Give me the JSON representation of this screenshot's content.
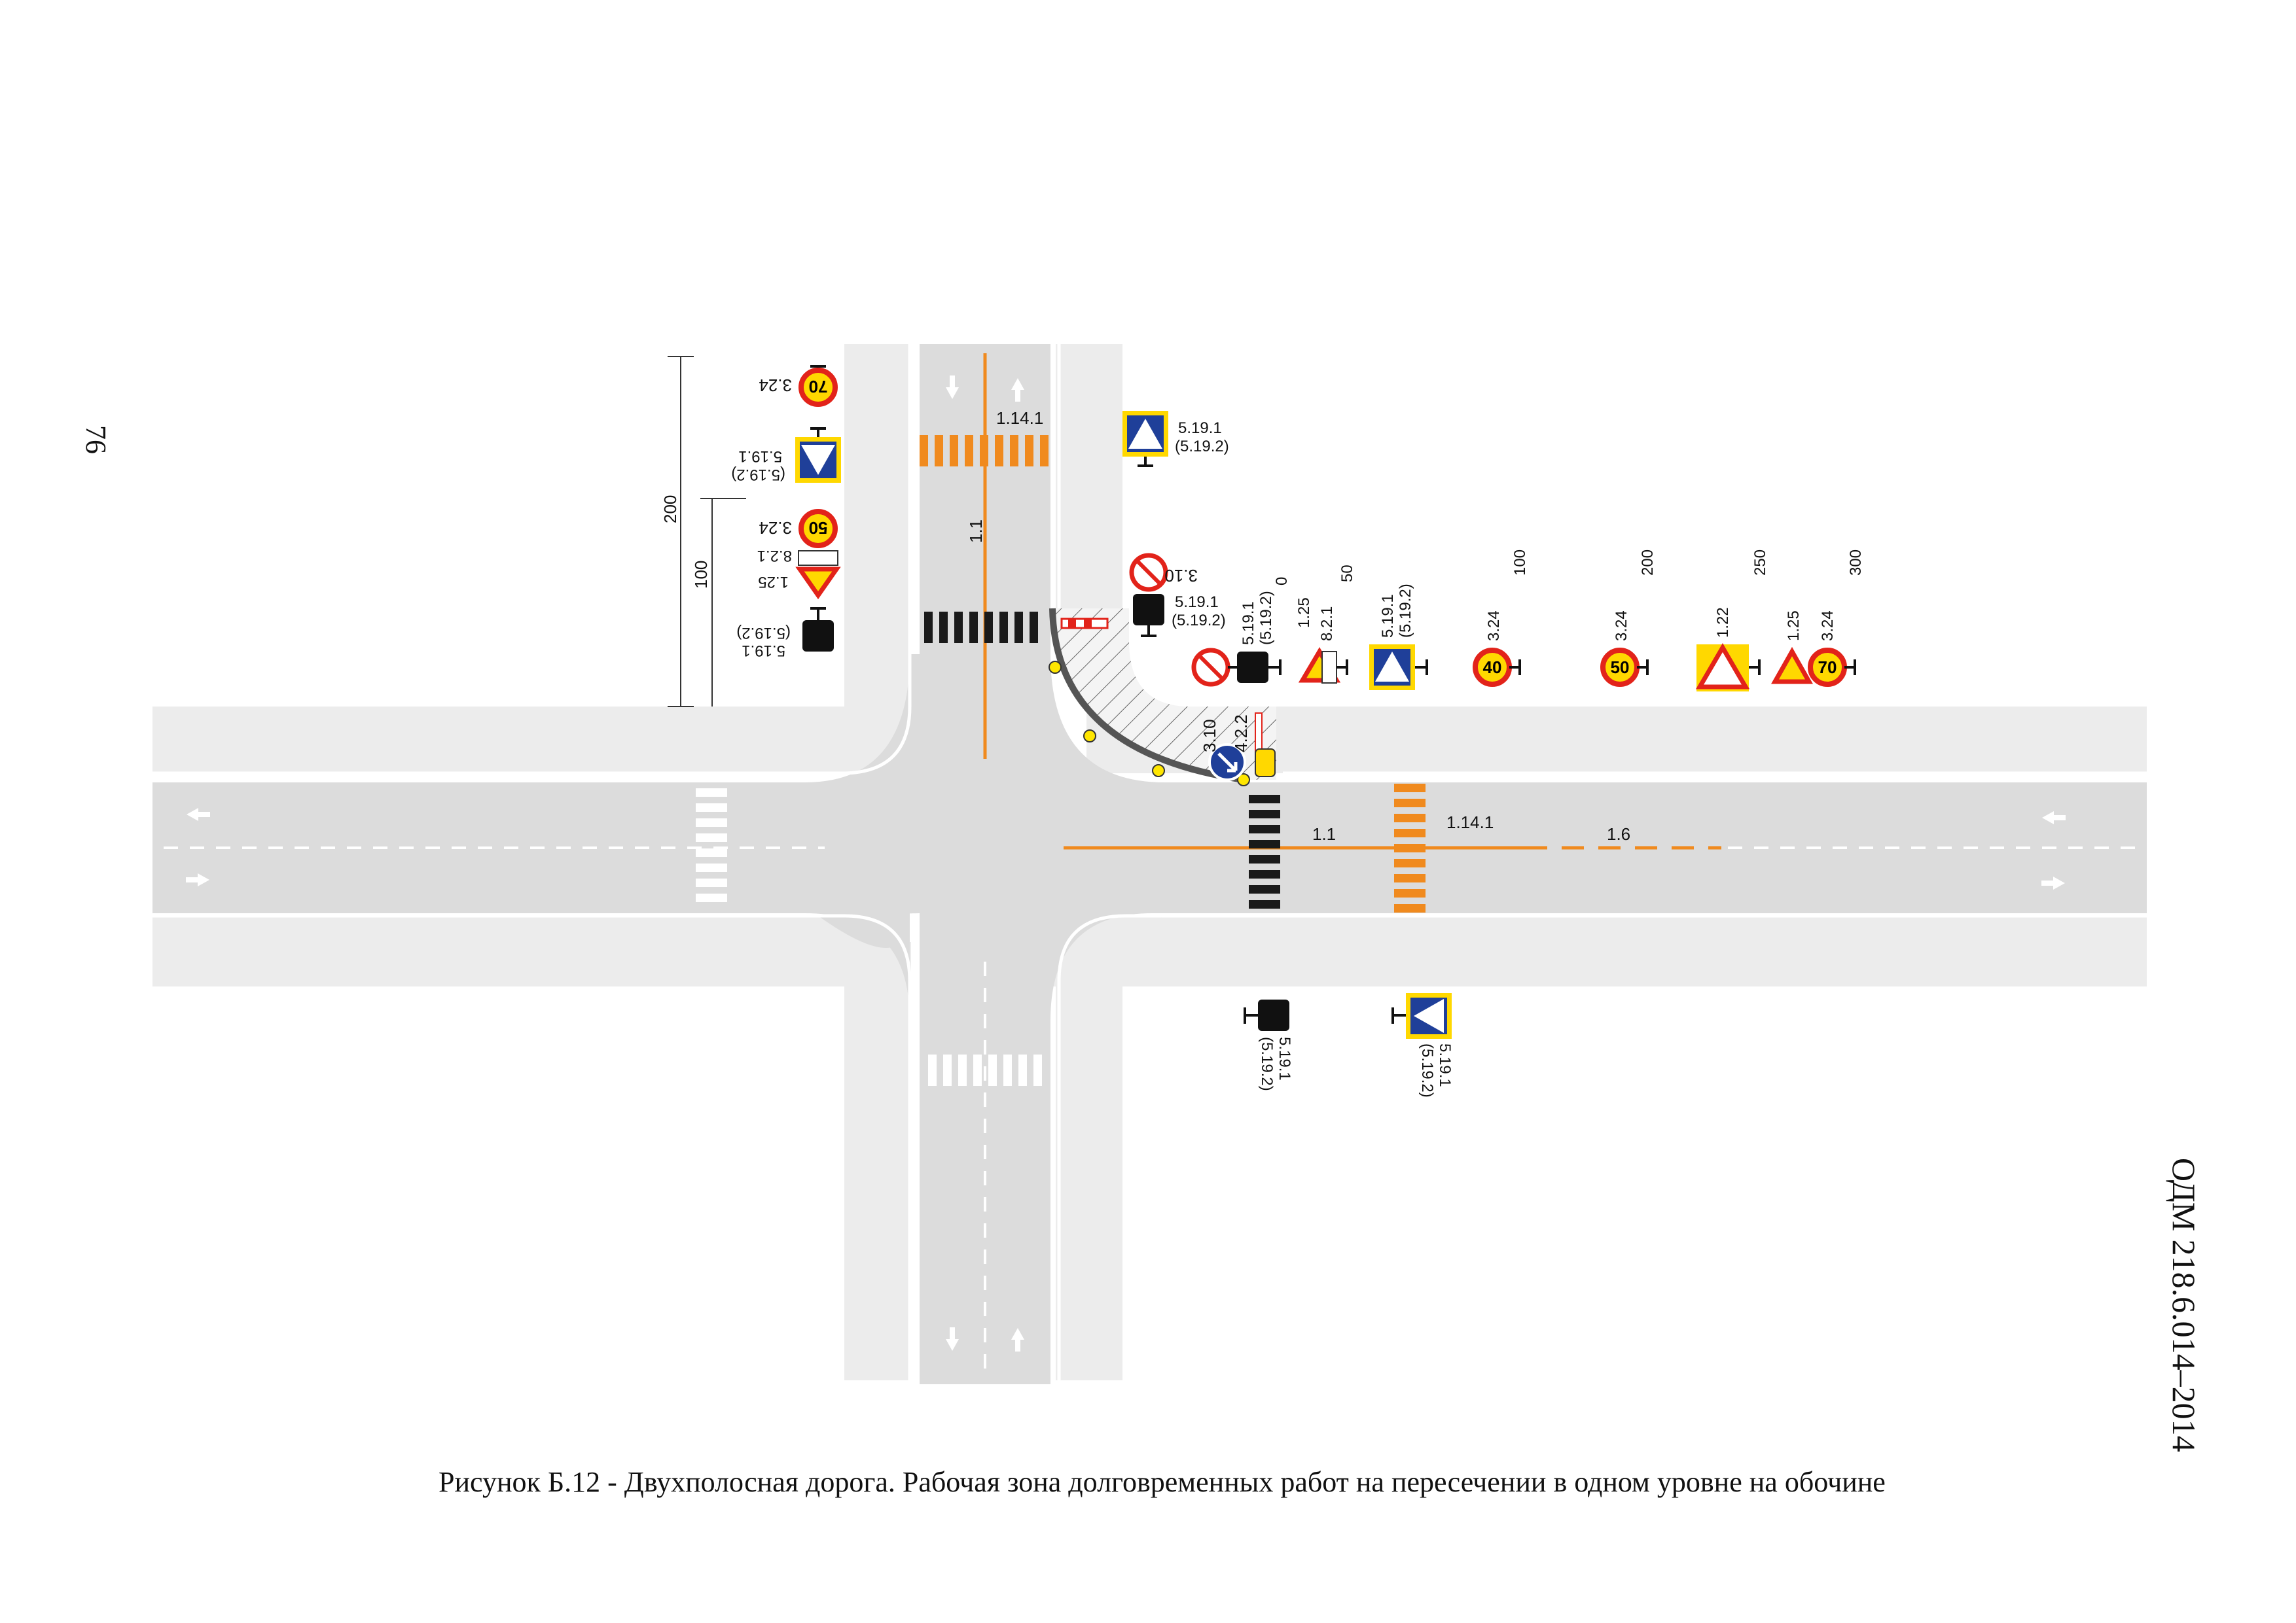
{
  "page": {
    "number": "76",
    "doc_id": "ОДМ 218.6.014–2014"
  },
  "caption": "Рисунок Б.12 - Двухполосная дорога. Рабочая зона долговременных работ на пересечении в одном  уровне на обочине",
  "colors": {
    "road": "#dcdcdc",
    "sidewalk": "#ececec",
    "orange": "#f08a1e",
    "sign_red": "#e2231a",
    "sign_blue": "#1f3f99",
    "sign_yellow": "#ffd800"
  },
  "markings": {
    "m_1_14_1_top": "1.14.1",
    "m_1_1_top": "1.1",
    "m_1_1_right": "1.1",
    "m_1_14_1_right": "1.14.1",
    "m_1_6_right": "1.6"
  },
  "dimensions": {
    "d200": "200",
    "d100": "100"
  },
  "left_signs": {
    "s324_70": "3.24",
    "s5191": "5.19.1",
    "s5192": "(5.19.2)",
    "s324_50": "3.24",
    "s821": "8.2.1",
    "s125": "1.25",
    "s5191_b": "5.19.1",
    "s5192_b": "(5.19.2)",
    "v70": "70",
    "v50": "50"
  },
  "top_right_signs": {
    "ped_5191": "5.19.1",
    "ped_5192": "(5.19.2)",
    "s310": "3.10",
    "tl_5191": "5.19.1",
    "tl_5192": "(5.19.2)"
  },
  "right_row": {
    "c5191": "5.19.1",
    "c5192": "(5.19.2)",
    "c0": "0",
    "c125": "1.25",
    "c821": "8.2.1",
    "c50": "50",
    "c5191b": "5.19.1",
    "c5192b": "(5.19.2)",
    "c324a": "3.24",
    "c100": "100",
    "c324b": "3.24",
    "c200": "200",
    "c122": "1.22",
    "c250": "250",
    "c125b": "1.25",
    "c324c": "3.24",
    "c300": "300",
    "v40": "40",
    "v50": "50",
    "v70": "70"
  },
  "work_zone": {
    "s310": "3.10",
    "s422": "4.2.2"
  },
  "bottom_signs": {
    "b_tl_5191": "5.19.1",
    "b_tl_5192": "(5.19.2)",
    "b_ped_5191": "5.19.1",
    "b_ped_5192": "(5.19.2)"
  }
}
